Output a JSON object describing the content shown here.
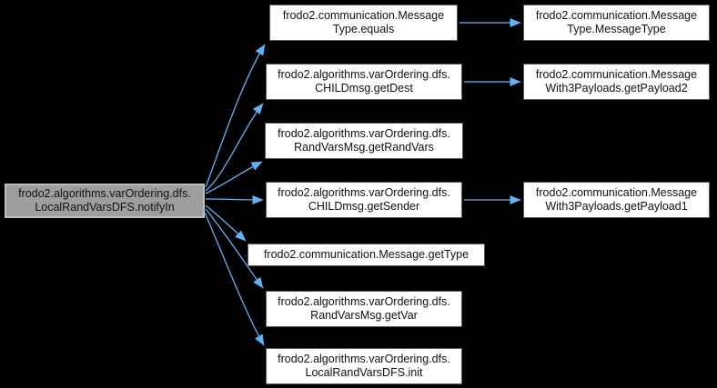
{
  "diagram": {
    "type": "call-graph",
    "background": "#000000",
    "edge_color": "#63b2f4",
    "node_fill": "#ffffff",
    "node_border": "#5a5a5a",
    "node_text": "#111111",
    "highlight_fill": "#9e9e9e",
    "highlight_border": "#bebebe"
  },
  "nodes": {
    "notifyIn": {
      "line1": "frodo2.algorithms.varOrdering.dfs.",
      "line2": "LocalRandVarsDFS.notifyIn"
    },
    "equals": {
      "line1": "frodo2.communication.Message",
      "line2": "Type.equals"
    },
    "getDest": {
      "line1": "frodo2.algorithms.varOrdering.dfs.",
      "line2": "CHILDmsg.getDest"
    },
    "getRandVars": {
      "line1": "frodo2.algorithms.varOrdering.dfs.",
      "line2": "RandVarsMsg.getRandVars"
    },
    "getSender": {
      "line1": "frodo2.algorithms.varOrdering.dfs.",
      "line2": "CHILDmsg.getSender"
    },
    "getType": {
      "line1": "frodo2.communication.Message.getType",
      "line2": ""
    },
    "getVar": {
      "line1": "frodo2.algorithms.varOrdering.dfs.",
      "line2": "RandVarsMsg.getVar"
    },
    "init": {
      "line1": "frodo2.algorithms.varOrdering.dfs.",
      "line2": "LocalRandVarsDFS.init"
    },
    "MessageType": {
      "line1": "frodo2.communication.Message",
      "line2": "Type.MessageType"
    },
    "getPayload2": {
      "line1": "frodo2.communication.Message",
      "line2": "With3Payloads.getPayload2"
    },
    "getPayload1": {
      "line1": "frodo2.communication.Message",
      "line2": "With3Payloads.getPayload1"
    }
  },
  "edges": [
    {
      "from": "notifyIn",
      "to": "equals"
    },
    {
      "from": "notifyIn",
      "to": "getDest"
    },
    {
      "from": "notifyIn",
      "to": "getRandVars"
    },
    {
      "from": "notifyIn",
      "to": "getSender"
    },
    {
      "from": "notifyIn",
      "to": "getType"
    },
    {
      "from": "notifyIn",
      "to": "getVar"
    },
    {
      "from": "notifyIn",
      "to": "init"
    },
    {
      "from": "equals",
      "to": "MessageType"
    },
    {
      "from": "getDest",
      "to": "getPayload2"
    },
    {
      "from": "getSender",
      "to": "getPayload1"
    }
  ]
}
